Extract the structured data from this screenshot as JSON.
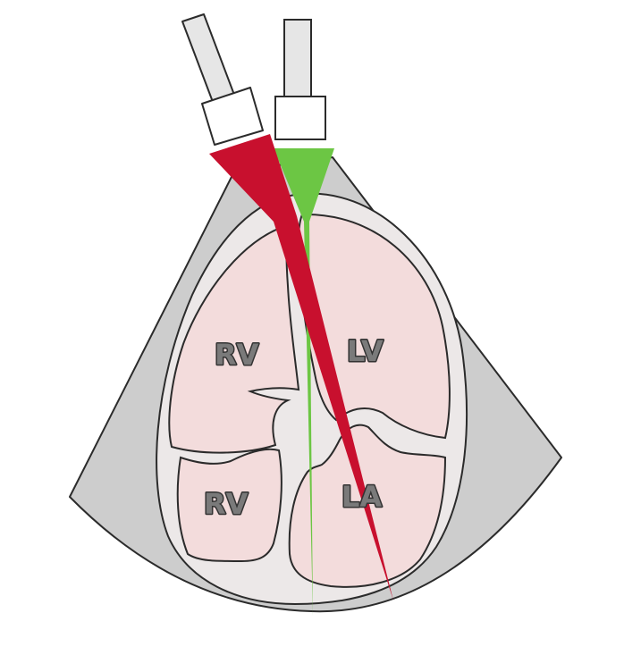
{
  "labels": {
    "rv_top": "RV",
    "lv": "LV",
    "rv_bottom": "RV",
    "la": "LA"
  },
  "colors": {
    "sector_fill": "#cdcdcd",
    "heart_outer_fill": "#ece8e8",
    "chamber_fill": "#f3dcdc",
    "outline": "#2b2b2b",
    "beam_red": "#c8102e",
    "beam_green": "#6cc644",
    "probe_fill": "#e6e6e6",
    "probe_cap_fill": "#ffffff",
    "label_fill": "#7a7a7a",
    "label_stroke": "#333333"
  },
  "icons": [
    "transducer-probe-icon",
    "transducer-probe-icon"
  ]
}
